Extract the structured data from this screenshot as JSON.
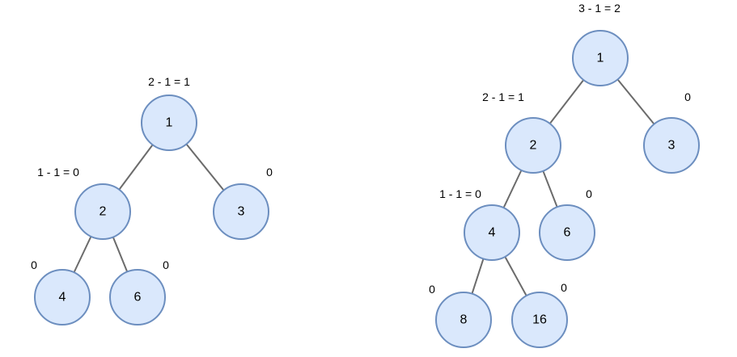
{
  "trees": [
    {
      "nodes": [
        {
          "id": "n1",
          "label": "1"
        },
        {
          "id": "n2",
          "label": "2"
        },
        {
          "id": "n3",
          "label": "3"
        },
        {
          "id": "n4",
          "label": "4"
        },
        {
          "id": "n6",
          "label": "6"
        }
      ],
      "edges": [
        [
          "n1",
          "n2"
        ],
        [
          "n1",
          "n3"
        ],
        [
          "n2",
          "n4"
        ],
        [
          "n2",
          "n6"
        ]
      ],
      "annotations": [
        {
          "target": "n1",
          "text": "2 - 1 = 1"
        },
        {
          "target": "n2",
          "text": "1 - 1 = 0"
        },
        {
          "target": "n3",
          "text": "0"
        },
        {
          "target": "n4",
          "text": "0"
        },
        {
          "target": "n6",
          "text": "0"
        }
      ]
    },
    {
      "nodes": [
        {
          "id": "m1",
          "label": "1"
        },
        {
          "id": "m2",
          "label": "2"
        },
        {
          "id": "m3",
          "label": "3"
        },
        {
          "id": "m4",
          "label": "4"
        },
        {
          "id": "m6",
          "label": "6"
        },
        {
          "id": "m8",
          "label": "8"
        },
        {
          "id": "m16",
          "label": "16"
        }
      ],
      "edges": [
        [
          "m1",
          "m2"
        ],
        [
          "m1",
          "m3"
        ],
        [
          "m2",
          "m4"
        ],
        [
          "m2",
          "m6"
        ],
        [
          "m4",
          "m8"
        ],
        [
          "m4",
          "m16"
        ]
      ],
      "annotations": [
        {
          "target": "m1",
          "text": "3 - 1 = 2"
        },
        {
          "target": "m2",
          "text": "2 - 1 = 1"
        },
        {
          "target": "m3",
          "text": "0"
        },
        {
          "target": "m4",
          "text": "1 - 1 = 0"
        },
        {
          "target": "m6",
          "text": "0"
        },
        {
          "target": "m8",
          "text": "0"
        },
        {
          "target": "m16",
          "text": "0"
        }
      ]
    }
  ]
}
